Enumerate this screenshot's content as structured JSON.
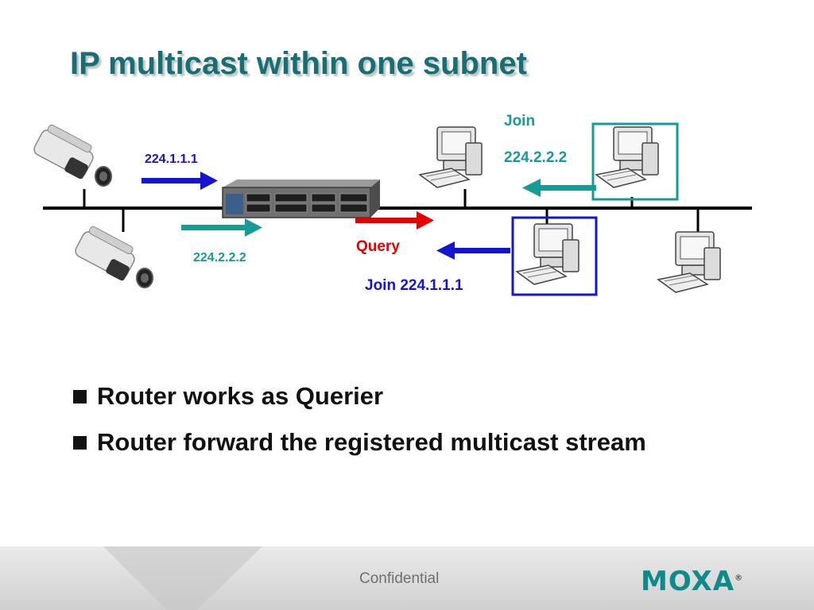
{
  "slide": {
    "title": "IP multicast within one subnet",
    "bullets": [
      "Router works as Querier",
      "Router forward the registered multicast stream"
    ]
  },
  "diagram": {
    "labels": {
      "stream_a": "224.1.1.1",
      "stream_b": "224.2.2.2",
      "query": "Query",
      "join_a": "Join 224.1.1.1",
      "join_b_line1": "Join",
      "join_b_line2": "224.2.2.2"
    },
    "colors": {
      "blue": "#1414d2",
      "teal": "#169b95",
      "red": "#e60000",
      "title": "#1a6e73"
    }
  },
  "footer": {
    "confidential": "Confidential",
    "logo": "MOXA",
    "logo_mark": "®"
  }
}
